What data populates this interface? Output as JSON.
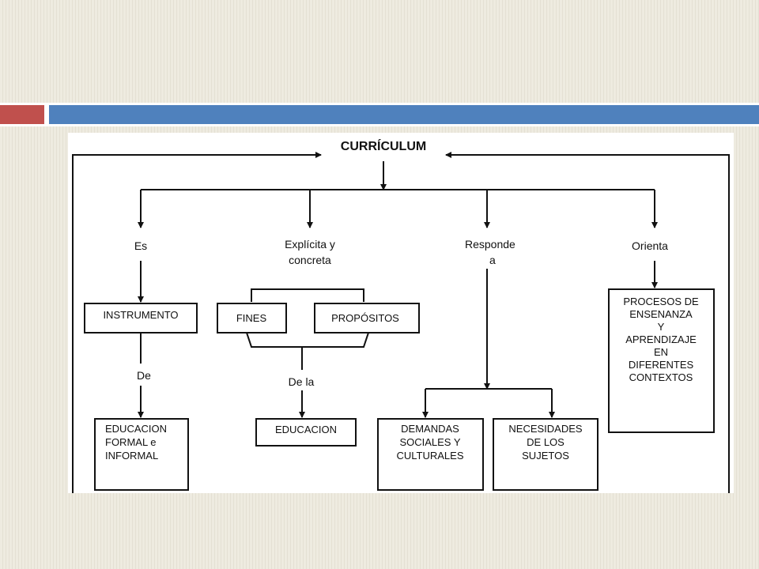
{
  "theme": {
    "accent_red": "#c0504d",
    "accent_blue": "#4f81bd",
    "background": "#eeebe0"
  },
  "diagram": {
    "title": "CURRÍCULUM",
    "branches": [
      {
        "connector": [
          "Es"
        ],
        "box": [
          "INSTRUMENTO"
        ],
        "sub_connector": [
          "De"
        ],
        "sub_box": [
          "EDUCACION",
          "FORMAL e",
          "INFORMAL"
        ]
      },
      {
        "connector": [
          "Explícita y",
          "concreta"
        ],
        "boxes": [
          [
            "FINES"
          ],
          [
            "PROPÓSITOS"
          ]
        ],
        "sub_connector": [
          "De la"
        ],
        "sub_box": [
          "EDUCACION"
        ]
      },
      {
        "connector": [
          "Responde",
          "a"
        ],
        "sub_boxes": [
          [
            "DEMANDAS",
            "SOCIALES Y",
            "CULTURALES"
          ],
          [
            "NECESIDADES",
            "DE LOS",
            "SUJETOS"
          ]
        ]
      },
      {
        "connector": [
          "Orienta"
        ],
        "box": [
          "PROCESOS DE",
          "ENSENANZA",
          "Y",
          "APRENDIZAJE",
          "EN",
          "DIFERENTES",
          "CONTEXTOS"
        ]
      }
    ]
  }
}
